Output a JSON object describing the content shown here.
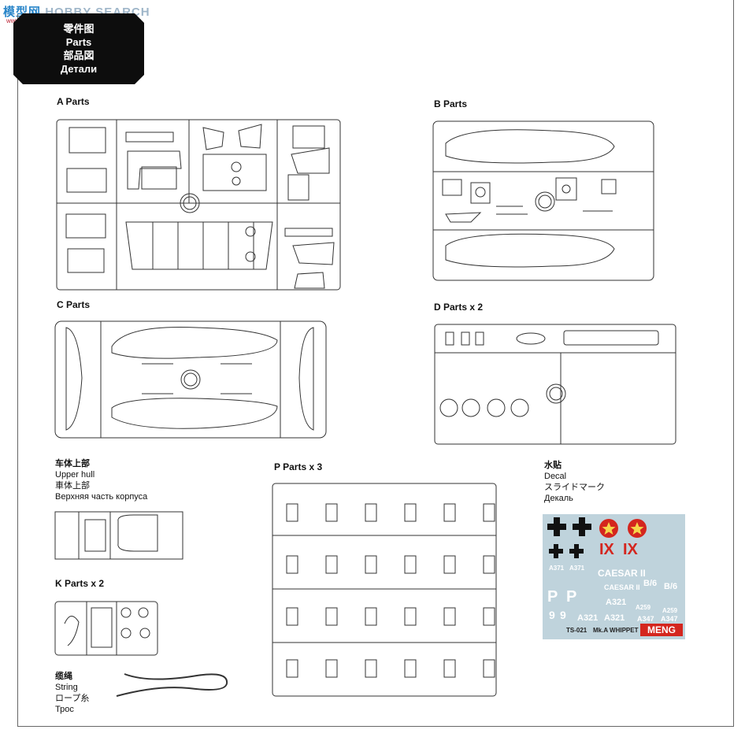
{
  "watermark": {
    "cn": "模型网",
    "text": "HOBBY SEARCH",
    "sub": "www.hobbysearch.com"
  },
  "title": {
    "zh": "零件图",
    "en": "Parts",
    "ja": "部品図",
    "ru": "Детали"
  },
  "sprues": {
    "a": "A Parts",
    "b": "B Parts",
    "c": "C Parts",
    "d": "D  Parts  x 2",
    "p": "P  Parts  x 3",
    "k": "K  Parts  x 2"
  },
  "upper_hull": {
    "zh": "车体上部",
    "en": "Upper hull",
    "ja": "車体上部",
    "ru": "Верхняя часть корпуса"
  },
  "decal_label": {
    "zh": "水贴",
    "en": "Decal",
    "ja": "スライドマーク",
    "ru": "Декаль"
  },
  "string_label": {
    "zh": "缆绳",
    "en": "String",
    "ja": "ロープ糸",
    "ru": "Трос"
  },
  "decal_sheet": {
    "numeral_1": "IX",
    "numeral_2": "IX",
    "caesar_1": "CAESAR II",
    "caesar_2": "CAESAR II",
    "a371_1": "A371",
    "a371_2": "A371",
    "a321_1": "A321",
    "a321_2": "A321",
    "a321_3": "A321",
    "a259_1": "A259",
    "a259_2": "A259",
    "a347_1": "A347",
    "a347_2": "A347",
    "b6_1": "B/6",
    "b6_2": "B/6",
    "p_1": "P",
    "p_2": "P",
    "nine_1": "9",
    "nine_2": "9",
    "kit_code": "TS-021",
    "kit_name": "Mk.A  WHIPPET",
    "brand": "MENG",
    "red_color": "#d4261e",
    "sheet_color": "#bfd3dc"
  }
}
